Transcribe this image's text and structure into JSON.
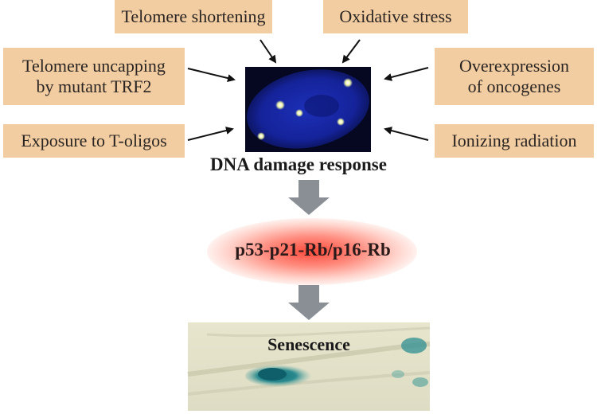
{
  "causes": {
    "telomere_shortening": "Telomere shortening",
    "oxidative_stress": "Oxidative stress",
    "telomere_uncapping_line1": "Telomere uncapping",
    "telomere_uncapping_line2": "by mutant TRF2",
    "overexpression_line1": "Overexpression",
    "overexpression_line2": "of oncogenes",
    "t_oligos": "Exposure to T-oligos",
    "ionizing_radiation": "Ionizing radiation"
  },
  "center": {
    "title": "DNA damage response"
  },
  "pathway": {
    "label": "p53-p21-Rb/p16-Rb"
  },
  "outcome": {
    "label": "Senescence"
  },
  "colors": {
    "box_fill": "#f3cda2",
    "oval_center": "#ff5a4a",
    "oval_edge": "#ffe9e4",
    "arrow_gray": "#8a8f96",
    "nucleus_blue": "#1a2fb0"
  }
}
